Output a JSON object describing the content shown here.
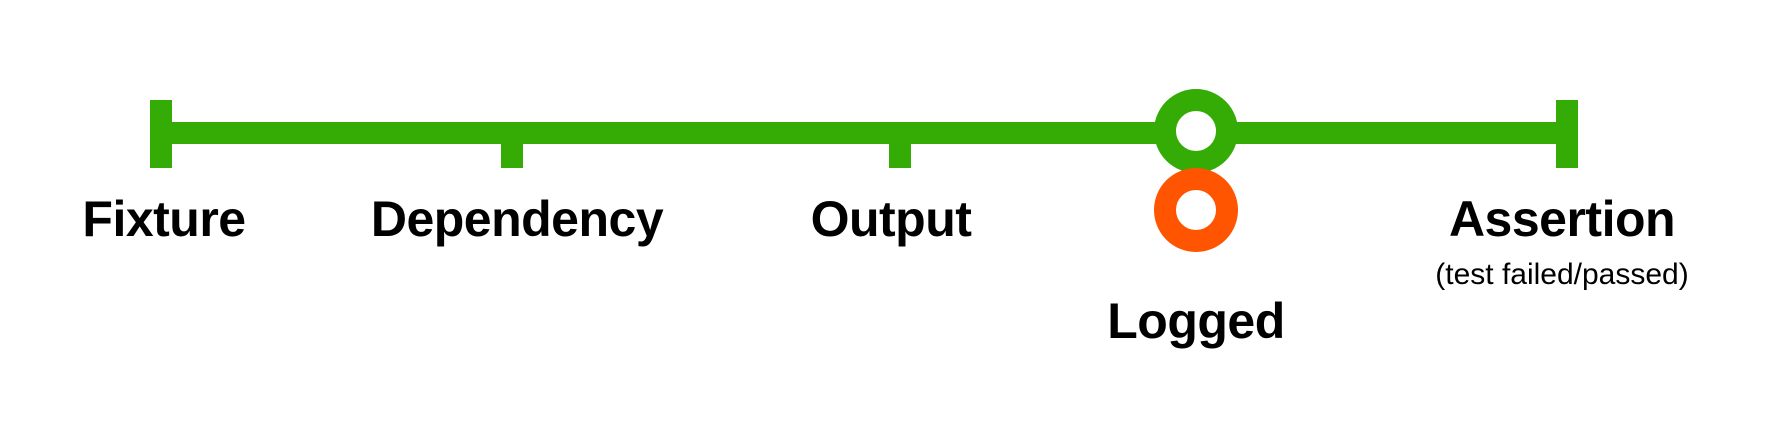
{
  "colors": {
    "timeline": "#35ab06",
    "branch": "#ff5500",
    "text": "#000000",
    "background": "#ffffff"
  },
  "stages": [
    {
      "label": "Fixture"
    },
    {
      "label": "Dependency"
    },
    {
      "label": "Output"
    },
    {
      "label": "Logged"
    },
    {
      "label": "Assertion",
      "note": "(test failed/passed)"
    }
  ]
}
